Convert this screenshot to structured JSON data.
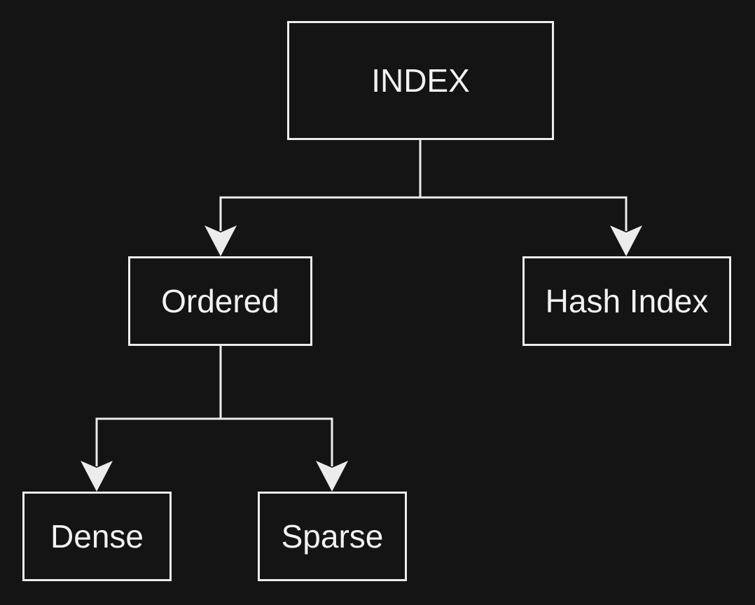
{
  "diagram": {
    "nodes": {
      "index": {
        "label": "INDEX"
      },
      "ordered": {
        "label": "Ordered"
      },
      "hash_index": {
        "label": "Hash Index"
      },
      "dense": {
        "label": "Dense"
      },
      "sparse": {
        "label": "Sparse"
      }
    },
    "edges": [
      {
        "from": "INDEX",
        "to": "Ordered"
      },
      {
        "from": "INDEX",
        "to": "Hash Index"
      },
      {
        "from": "Ordered",
        "to": "Dense"
      },
      {
        "from": "Ordered",
        "to": "Sparse"
      }
    ],
    "colors": {
      "background": "#141414",
      "stroke": "#ececec",
      "text": "#f2f2f2"
    }
  }
}
